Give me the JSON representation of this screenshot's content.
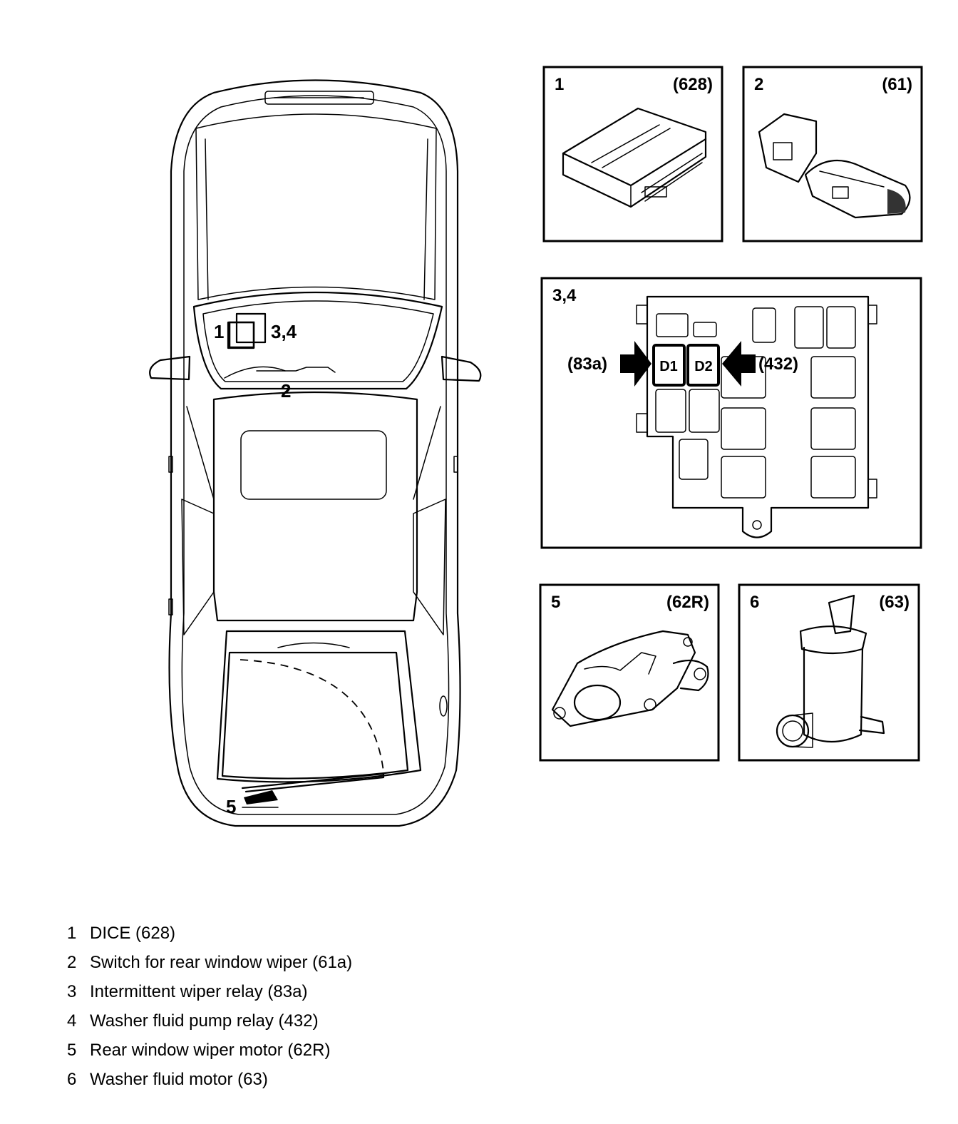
{
  "car_labels": {
    "dice": "1",
    "relays": "3,4",
    "switch": "2",
    "wiper_motor": "5"
  },
  "panels": [
    {
      "id": "1",
      "num": "1",
      "code": "(628)"
    },
    {
      "id": "2",
      "num": "2",
      "code": "(61)"
    },
    {
      "id": "34",
      "num": "3,4",
      "code": ""
    },
    {
      "id": "5",
      "num": "5",
      "code": "(62R)"
    },
    {
      "id": "6",
      "num": "6",
      "code": "(63)"
    }
  ],
  "relay_box": {
    "left_label": "(83a)",
    "right_label": "(432)",
    "d1": "D1",
    "d2": "D2"
  },
  "legend": [
    {
      "num": "1",
      "text": "DICE (628)"
    },
    {
      "num": "2",
      "text": "Switch for rear window wiper (61a)"
    },
    {
      "num": "3",
      "text": "Intermittent wiper relay (83a)"
    },
    {
      "num": "4",
      "text": "Washer fluid pump relay (432)"
    },
    {
      "num": "5",
      "text": "Rear window wiper motor (62R)"
    },
    {
      "num": "6",
      "text": "Washer fluid motor (63)"
    }
  ]
}
